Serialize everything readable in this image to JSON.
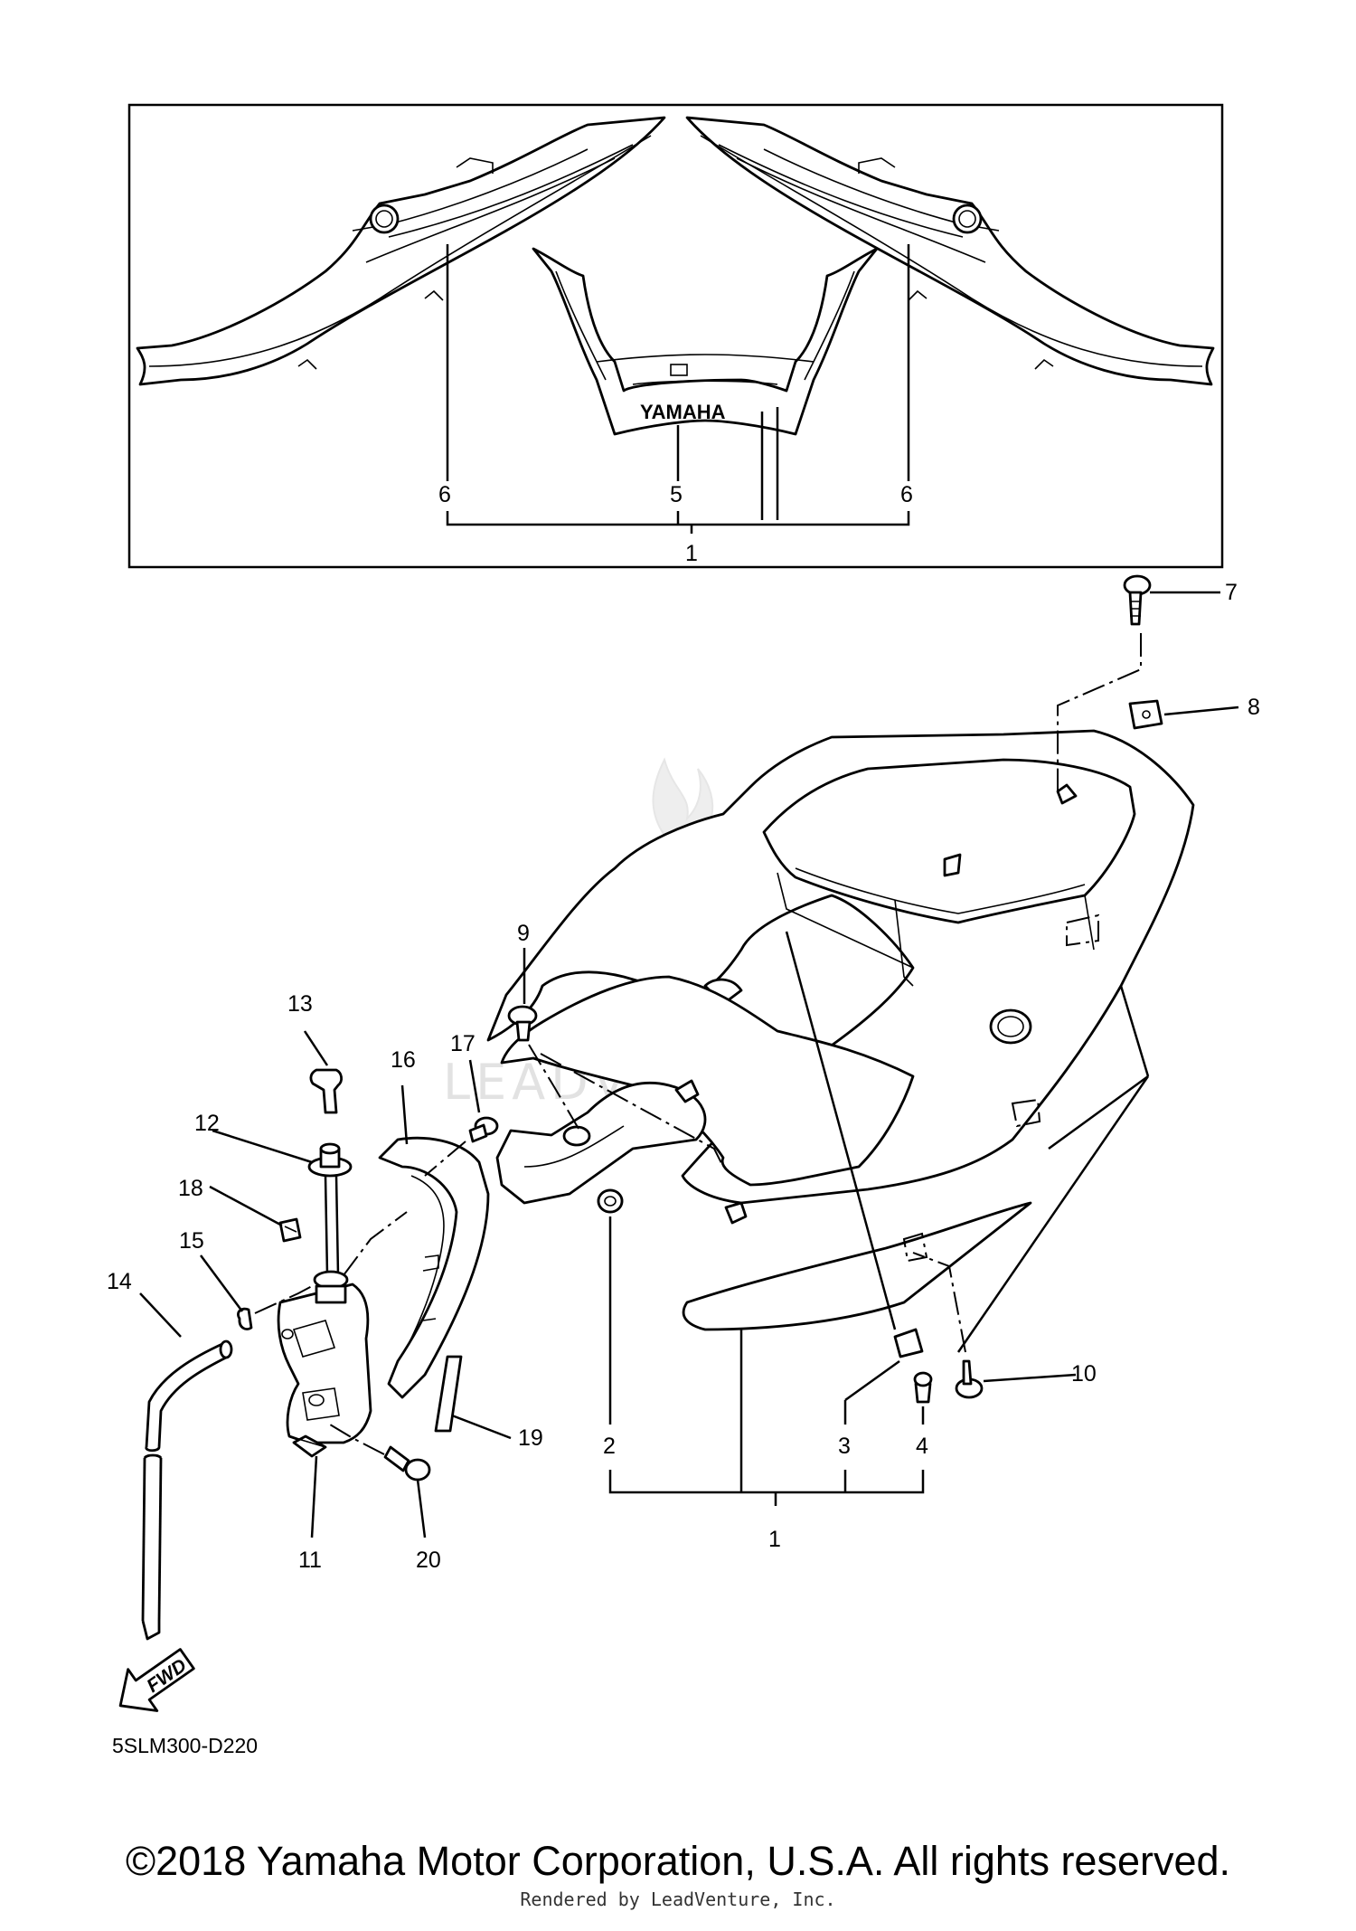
{
  "watermark": "LEADVENTURE",
  "inset": {
    "brand_text": "YAMAHA",
    "callouts": {
      "left_6": "6",
      "center_5": "5",
      "right_6": "6",
      "bottom_1": "1"
    }
  },
  "main": {
    "callouts": {
      "c7": "7",
      "c8": "8",
      "c9": "9",
      "c10": "10",
      "c13": "13",
      "c12": "12",
      "c18": "18",
      "c15": "15",
      "c14": "14",
      "c16": "16",
      "c17": "17",
      "c19": "19",
      "c11": "11",
      "c20": "20",
      "c2": "2",
      "c3": "3",
      "c4": "4",
      "c1": "1"
    },
    "fwd_label": "FWD",
    "diagram_code": "5SLM300-D220"
  },
  "footer": {
    "copyright": "©2018 Yamaha Motor Corporation, U.S.A. All rights reserved.",
    "rendered_by": "Rendered by LeadVenture, Inc."
  }
}
